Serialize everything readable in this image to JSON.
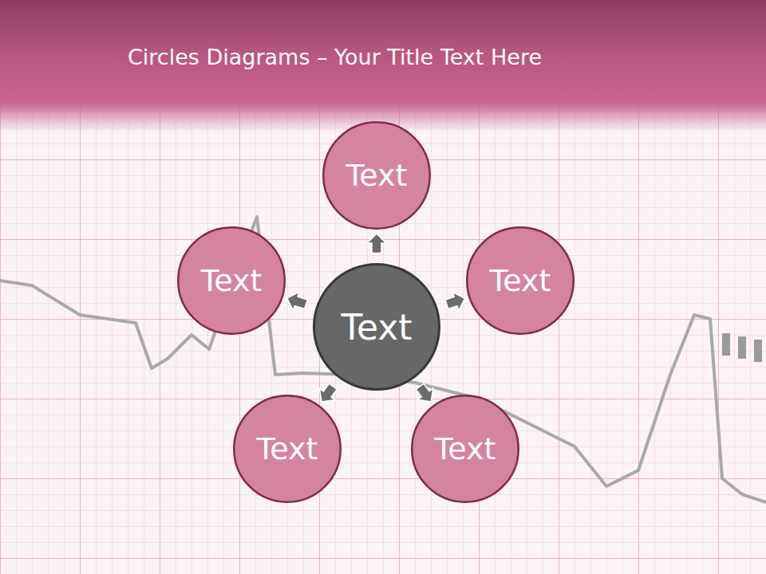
{
  "diagram": {
    "title": "Circles Diagrams – Your Title Text Here",
    "nodes": [
      {
        "text": [
          "Text"
        ]
      },
      {
        "text": [
          "Text"
        ]
      },
      {
        "text": [
          "Text"
        ]
      },
      {
        "text": [
          "Text"
        ]
      },
      {
        "text": [
          "Text"
        ]
      },
      {
        "text": [
          "Text"
        ]
      }
    ],
    "edges": [
      {
        "from": 2,
        "to": 0,
        "arrow": "to"
      },
      {
        "from": 2,
        "to": 1,
        "arrow": "to"
      },
      {
        "from": 2,
        "to": 3,
        "arrow": "to"
      },
      {
        "from": 2,
        "to": 4,
        "arrow": "to"
      },
      {
        "from": 2,
        "to": 5,
        "arrow": "to"
      }
    ]
  }
}
